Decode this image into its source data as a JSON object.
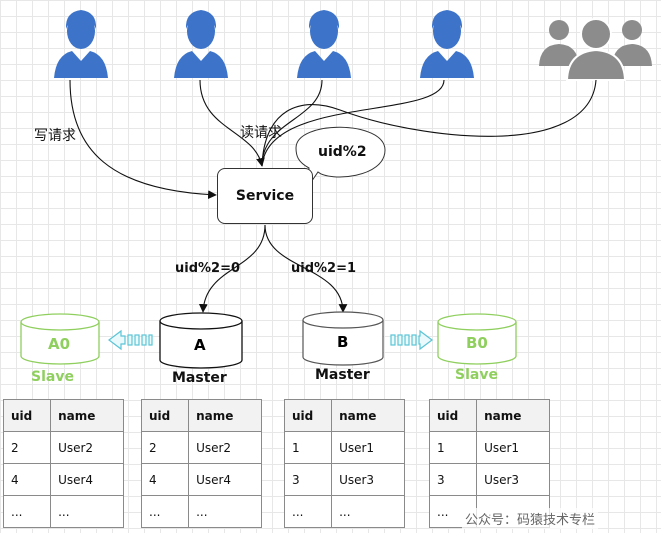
{
  "requests": {
    "write": "写请求",
    "read": "读请求"
  },
  "service": {
    "label": "Service",
    "callout": "uid%2"
  },
  "edges": {
    "to_a": "uid%2=0",
    "to_b": "uid%2=1"
  },
  "databases": {
    "a": {
      "label": "A",
      "role": "Master"
    },
    "b": {
      "label": "B",
      "role": "Master"
    },
    "a0": {
      "label": "A0",
      "role": "Slave"
    },
    "b0": {
      "label": "B0",
      "role": "Slave"
    }
  },
  "tables": {
    "headers": [
      "uid",
      "name"
    ],
    "a0": [
      [
        "2",
        "User2"
      ],
      [
        "4",
        "User4"
      ],
      [
        "...",
        "..."
      ]
    ],
    "a": [
      [
        "2",
        "User2"
      ],
      [
        "4",
        "User4"
      ],
      [
        "...",
        "..."
      ]
    ],
    "b": [
      [
        "1",
        "User1"
      ],
      [
        "3",
        "User3"
      ],
      [
        "...",
        "..."
      ]
    ],
    "b0": [
      [
        "1",
        "User1"
      ],
      [
        "3",
        "User3"
      ],
      [
        "...",
        "..."
      ]
    ]
  },
  "watermark": "公众号：码猿技术专栏",
  "colors": {
    "user_icon": "#3d74c9",
    "group_icon": "#8c8c8c",
    "slave_green": "#8fcf5e",
    "replication_arrow": "#5bc4d6"
  }
}
